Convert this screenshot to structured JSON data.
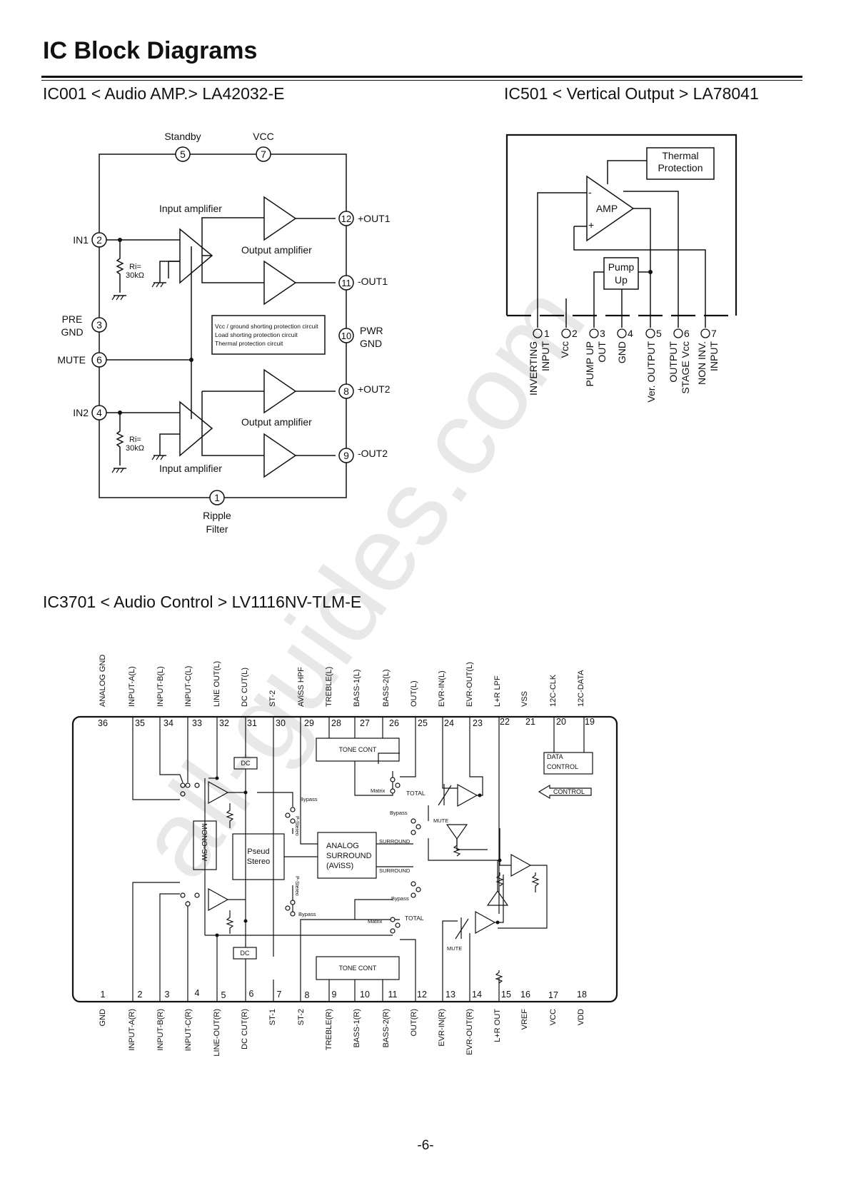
{
  "page": {
    "title": "IC Block Diagrams",
    "page_number": "-6-",
    "watermark": "all-guides.com"
  },
  "ic001": {
    "heading": "IC001 < Audio AMP.> LA42032-E",
    "pins": [
      {
        "num": "1",
        "label": "Ripple"
      },
      {
        "num": "2",
        "label": "IN1"
      },
      {
        "num": "3",
        "label": "PRE"
      },
      {
        "num": "4",
        "label": "IN2"
      },
      {
        "num": "5",
        "label": "Standby"
      },
      {
        "num": "6",
        "label": "MUTE"
      },
      {
        "num": "7",
        "label": "VCC"
      },
      {
        "num": "8",
        "label": "+OUT2"
      },
      {
        "num": "9",
        "label": "-OUT2"
      },
      {
        "num": "10",
        "label": "PWR"
      },
      {
        "num": "11",
        "label": "-OUT1"
      },
      {
        "num": "12",
        "label": "+OUT1"
      }
    ],
    "pin1_line2": "Filter",
    "pin3_line2": "GND",
    "pin10_line2": "GND",
    "input_amp_label": "Input amplifier",
    "output_amp_label": "Output amplifier",
    "resistor_label_1": "Ri=",
    "resistor_label_2": "30kΩ",
    "protection_lines": [
      "Vcc / ground shorting protection circuit",
      "Load shorting protection circuit",
      "Thermal protection circuit"
    ]
  },
  "ic501": {
    "heading": "IC501 < Vertical Output > LA78041",
    "thermal_1": "Thermal",
    "thermal_2": "Protection",
    "amp": "AMP",
    "minus": "-",
    "plus": "+",
    "pump_1": "Pump",
    "pump_2": "Up",
    "pins": [
      {
        "num": "1",
        "line1": "INVERTING",
        "line2": "INPUT"
      },
      {
        "num": "2",
        "line1": "Vcc",
        "line2": ""
      },
      {
        "num": "3",
        "line1": "PUMP UP",
        "line2": "OUT"
      },
      {
        "num": "4",
        "line1": "GND",
        "line2": ""
      },
      {
        "num": "5",
        "line1": "Ver. OUTPUT",
        "line2": ""
      },
      {
        "num": "6",
        "line1": "OUTPUT",
        "line2": "STAGE Vcc"
      },
      {
        "num": "7",
        "line1": "NON INV.",
        "line2": "INPUT"
      }
    ]
  },
  "ic3701": {
    "heading": "IC3701 < Audio Control > LV1116NV-TLM-E",
    "top_pins": [
      {
        "num": "36",
        "label": "ANALOG GND"
      },
      {
        "num": "35",
        "label": "INPUT-A(L)"
      },
      {
        "num": "34",
        "label": "INPUT-B(L)"
      },
      {
        "num": "33",
        "label": "INPUT-C(L)"
      },
      {
        "num": "32",
        "label": "LINE OUT(L)"
      },
      {
        "num": "31",
        "label": "DC CUT(L)"
      },
      {
        "num": "30",
        "label": "ST-2"
      },
      {
        "num": "29",
        "label": "AViSS HPF"
      },
      {
        "num": "28",
        "label": "TREBLE(L)"
      },
      {
        "num": "27",
        "label": "BASS-1(L)"
      },
      {
        "num": "26",
        "label": "BASS-2(L)"
      },
      {
        "num": "25",
        "label": "OUT(L)"
      },
      {
        "num": "24",
        "label": "EVR-IN(L)"
      },
      {
        "num": "23",
        "label": "EVR-OUT(L)"
      },
      {
        "num": "22",
        "label": "L+R LPF"
      },
      {
        "num": "21",
        "label": "VSS"
      },
      {
        "num": "20",
        "label": "12C-CLK"
      },
      {
        "num": "19",
        "label": "12C-DATA"
      }
    ],
    "bottom_pins": [
      {
        "num": "1",
        "label": "GND"
      },
      {
        "num": "2",
        "label": "INPUT-A(R)"
      },
      {
        "num": "3",
        "label": "INPUT-B(R)"
      },
      {
        "num": "4",
        "label": "INPUT-C(R)"
      },
      {
        "num": "5",
        "label": "LINE-OUT(R)"
      },
      {
        "num": "6",
        "label": "DC CUT(R)"
      },
      {
        "num": "7",
        "label": "ST-1"
      },
      {
        "num": "8",
        "label": "ST-2"
      },
      {
        "num": "9",
        "label": "TREBLE(R)"
      },
      {
        "num": "10",
        "label": "BASS-1(R)"
      },
      {
        "num": "11",
        "label": "BASS-2(R)"
      },
      {
        "num": "12",
        "label": "OUT(R)"
      },
      {
        "num": "13",
        "label": "EVR-IN(R)"
      },
      {
        "num": "14",
        "label": "EVR-OUT(R)"
      },
      {
        "num": "15",
        "label": "L+R OUT"
      },
      {
        "num": "16",
        "label": "VREF"
      },
      {
        "num": "17",
        "label": "VCC"
      },
      {
        "num": "18",
        "label": "VDD"
      }
    ],
    "tone_cont": "TONE CONT",
    "dc": "DC",
    "data_control_1": "DATA",
    "data_control_2": "CONTROL",
    "control": "CONTROL",
    "matrix": "Matrix",
    "total": "TOTAL",
    "bypass": "Bypass",
    "mute": "MUTE",
    "surround": "SURROUND",
    "mono_sw": "MONO-SW",
    "pseud_1": "Pseud",
    "pseud_2": "Stereo",
    "analog_1": "ANALOG",
    "analog_2": "SURROUND",
    "analog_3": "(AViSS)",
    "p_stereo": "P-Stereo"
  },
  "icons": [
    "op-amp-triangle",
    "resistor-zigzag",
    "ground-symbol",
    "switch-contact",
    "variable-resistor-icon",
    "arrow-icon"
  ]
}
